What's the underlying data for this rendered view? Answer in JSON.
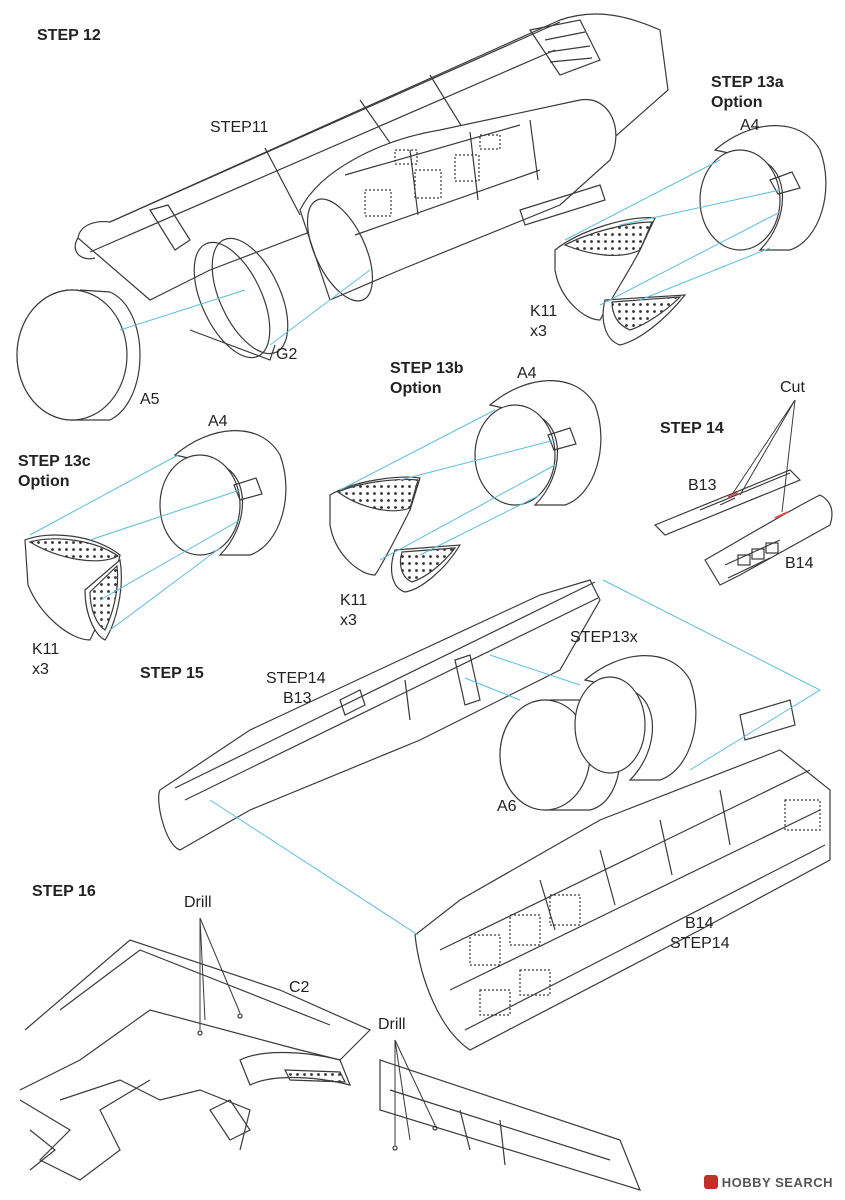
{
  "steps": {
    "s12": "STEP 12",
    "s13a": "STEP 13a",
    "s13a_opt": "Option",
    "s13b": "STEP 13b",
    "s13b_opt": "Option",
    "s13c": "STEP 13c",
    "s13c_opt": "Option",
    "s14": "STEP 14",
    "s15": "STEP 15",
    "s16": "STEP 16"
  },
  "labels": {
    "step11_ref": "STEP11",
    "a5": "A5",
    "g2": "G2",
    "a4_13a": "A4",
    "k11_13a": "K11",
    "x3_13a": "x3",
    "a4_13b": "A4",
    "k11_13b": "K11",
    "x3_13b": "x3",
    "a4_13c": "A4",
    "k11_13c": "K11",
    "x3_13c": "x3",
    "cut": "Cut",
    "b13": "B13",
    "b14": "B14",
    "step14_ref": "STEP14",
    "b13_ref": "B13",
    "step13x_ref": "STEP13x",
    "a6": "A6",
    "b14_ref": "B14",
    "step14_ref2": "STEP14",
    "drill1": "Drill",
    "c2": "C2",
    "drill2": "Drill"
  },
  "watermark": "HOBBY SEARCH",
  "colors": {
    "line": "#3a3a3a",
    "guide": "#5bbde0",
    "cut": "#e05050"
  }
}
